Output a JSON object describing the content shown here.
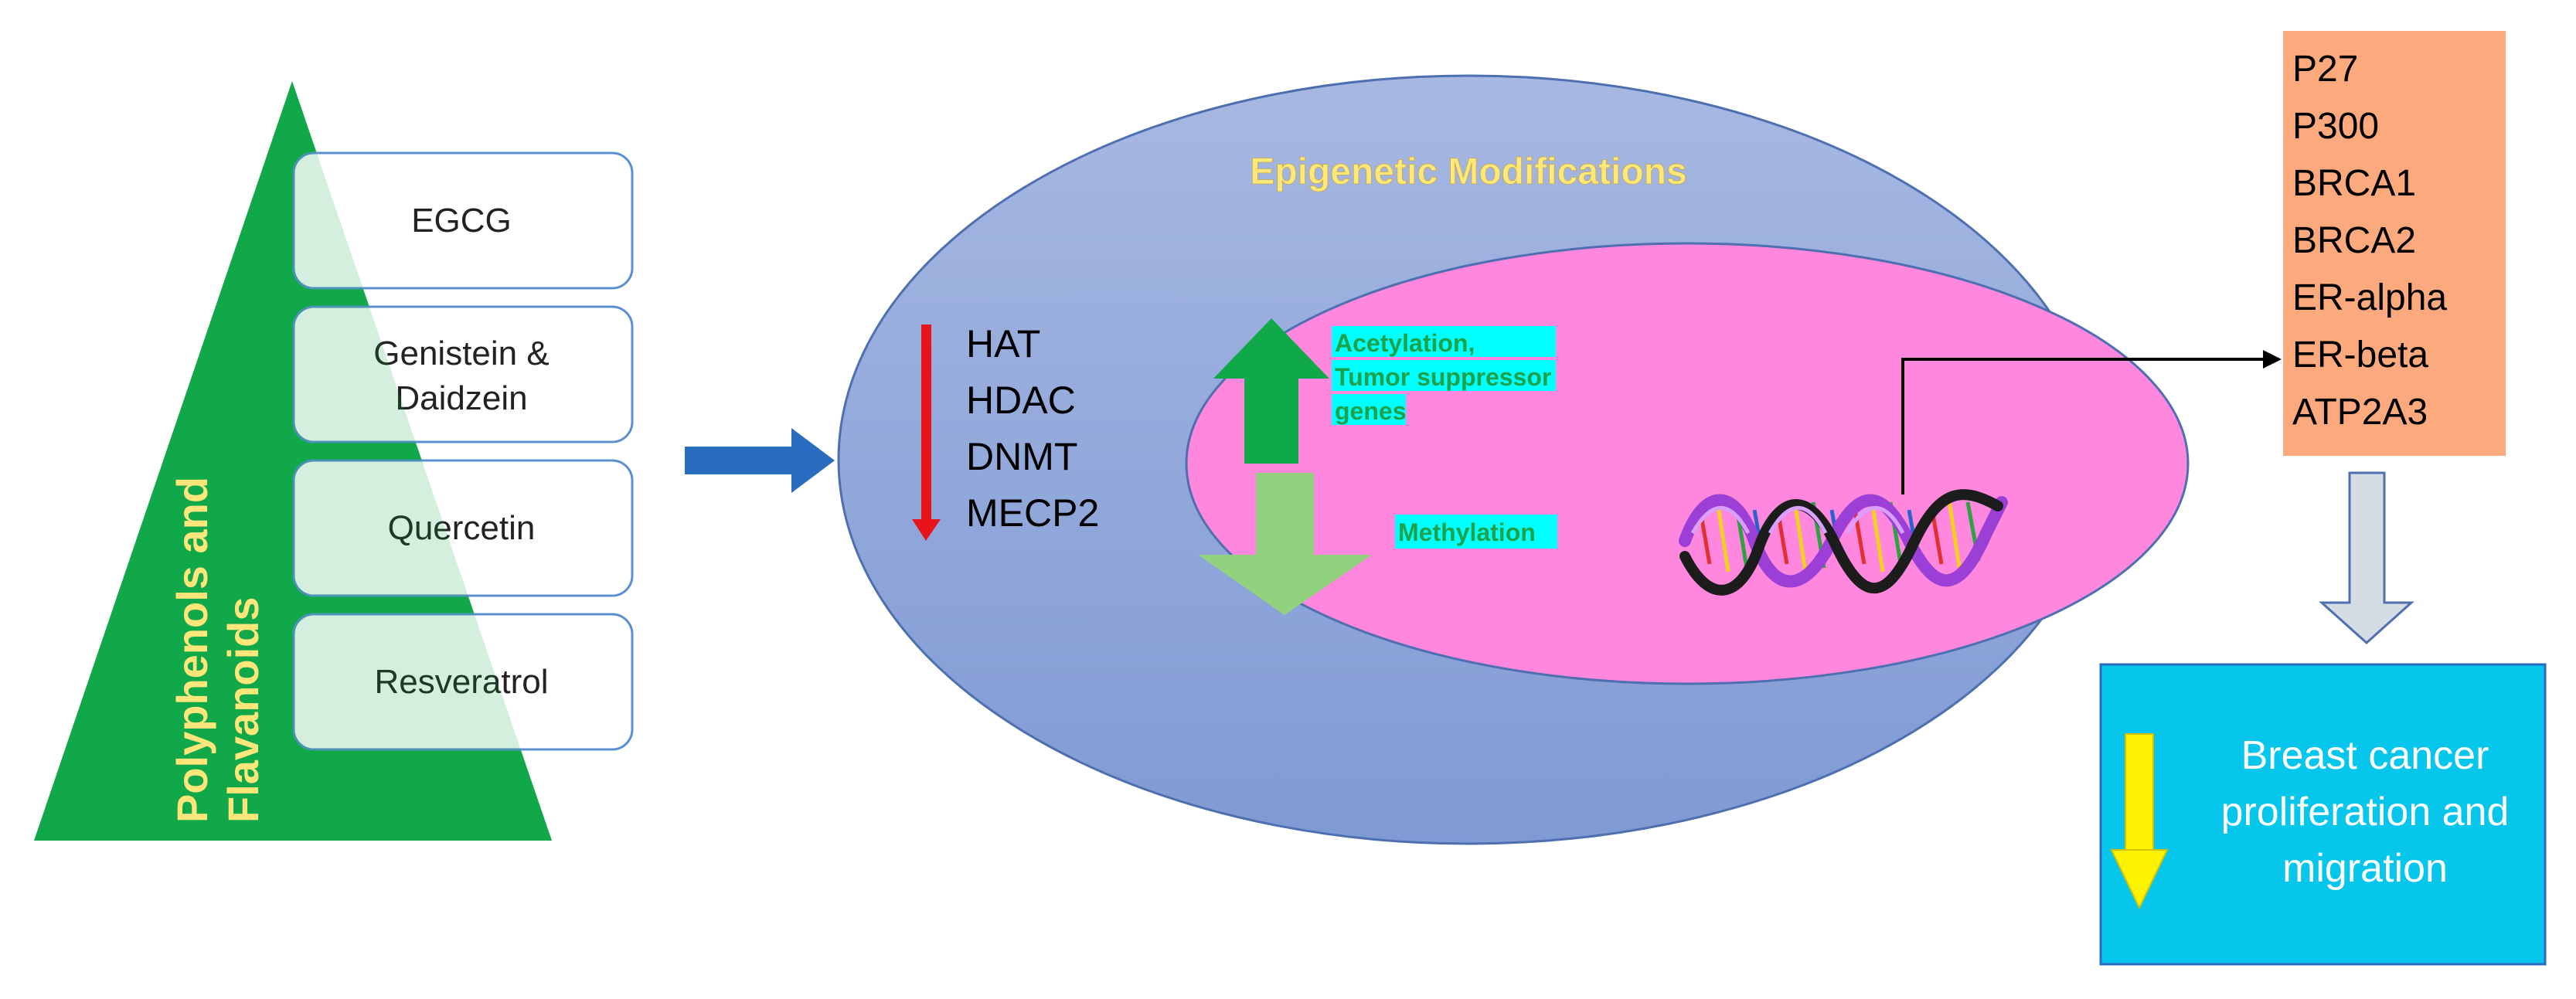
{
  "pyramid": {
    "label_line1": "Polyphenols and",
    "label_line2": "Flavanoids",
    "fill_color": "#12a94a",
    "label_color": "#ffe67a",
    "compounds": [
      {
        "lines": [
          "EGCG"
        ]
      },
      {
        "lines": [
          "Genistein &",
          "Daidzein"
        ]
      },
      {
        "lines": [
          "Quercetin"
        ]
      },
      {
        "lines": [
          "Resveratrol"
        ]
      }
    ]
  },
  "epigenetic": {
    "title": "Epigenetic Modifications",
    "title_color": "#ffe87a",
    "outer_color": "#8ea6d9",
    "inner_color": "#ff88de",
    "enzymes": [
      "HAT",
      "HDAC",
      "DNMT",
      "MECP2"
    ],
    "acetylation_label_line1": "Acetylation,",
    "acetylation_label_line2": "Tumor suppressor",
    "acetylation_label_line3": "genes",
    "methylation_label": "Methylation",
    "label_highlight_color": "#00ffff"
  },
  "targets": {
    "genes": [
      "P27",
      "P300",
      "BRCA1",
      "BRCA2",
      "ER-alpha",
      "ER-beta",
      "ATP2A3"
    ],
    "box_color": "#fba97d"
  },
  "outcome": {
    "line1": "Breast cancer",
    "line2": "proliferation and",
    "line3": "migration",
    "box_color": "#06c6ec",
    "arrow_color": "#fff200"
  },
  "colors": {
    "input_arrow": "#2a6cc0",
    "down_arrow_red": "#e8141b",
    "up_arrow_green": "#10a94a",
    "down_arrow_lightgreen": "#92d27f",
    "grey_arrow": "#d6dce4"
  }
}
